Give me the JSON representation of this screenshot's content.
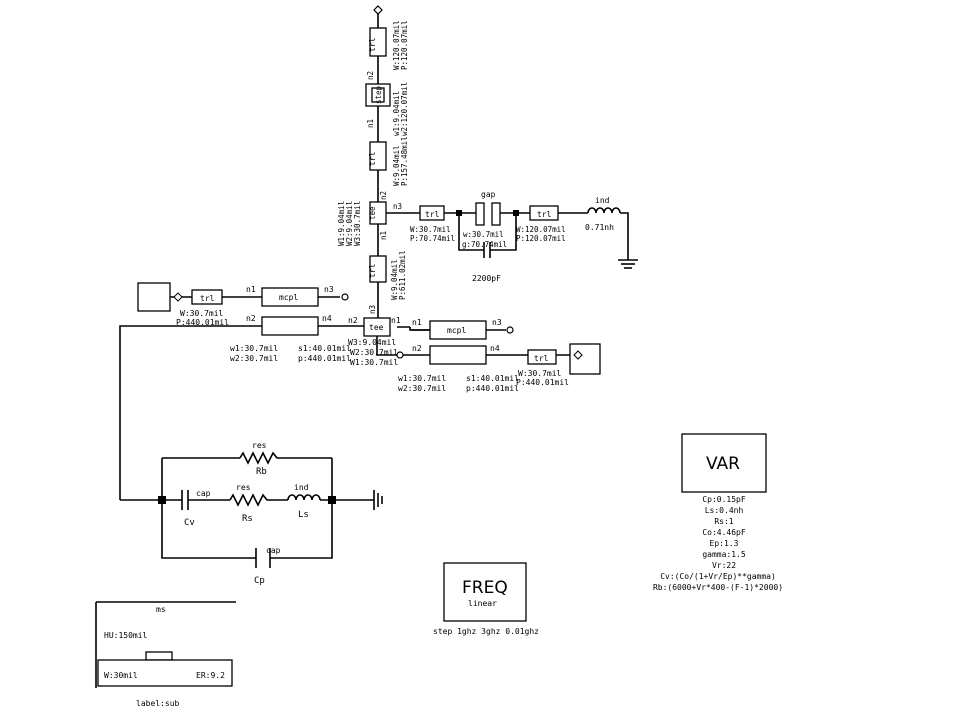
{
  "vertical_branch": {
    "trl_top": {
      "label": "trl",
      "w": "W:120.07mil",
      "p": "P:120.07mil"
    },
    "step": {
      "label": "step",
      "n1": "n1",
      "n2": "n2",
      "w1": "w1:9.04mil",
      "w2": "w2:120.07mil"
    },
    "trl_mid": {
      "label": "trl",
      "w": "W:9.04mil",
      "p": "P:157.48mil"
    },
    "tee_top": {
      "label": "tee",
      "w1": "W1:9.04mil",
      "w2": "W2:9.04mil",
      "w3": "W3:30.7mil",
      "n1": "n1",
      "n2": "n2",
      "n3": "n3"
    },
    "trl_low": {
      "label": "trl",
      "w": "W:9.04mil",
      "p": "P:611.02mil"
    }
  },
  "gap_branch": {
    "trl1": {
      "label": "trl",
      "w": "W:30.7mil",
      "p": "P:70.74mil"
    },
    "gap": {
      "label": "gap",
      "w": "w:30.7mil",
      "g": "g:70.74mil"
    },
    "cap": {
      "value": "2200pF"
    },
    "trl2": {
      "label": "trl",
      "w": "W:120.07mil",
      "p": "P:120.07mil"
    },
    "ind": {
      "label": "ind",
      "value": "0.71nh"
    }
  },
  "left_branch": {
    "trl": {
      "label": "trl",
      "w": "W:30.7mil",
      "p": "P:440.01mil"
    },
    "n1": "n1",
    "n2": "n2",
    "n3": "n3",
    "n4": "n4",
    "mcpl": {
      "label": "mcpl"
    },
    "w1": "w1:30.7mil",
    "w2": "w2:30.7mil",
    "s1": "s1:40.01mil",
    "p": "p:440.01mil"
  },
  "tee_center": {
    "label": "tee",
    "n1": "n1",
    "n2": "n2",
    "n3": "n3",
    "w3": "W3:9.04mil",
    "w2": "W2:30.7mil",
    "w1": "W1:30.7mil"
  },
  "right_branch": {
    "n1": "n1",
    "n2": "n2",
    "n3": "n3",
    "n4": "n4",
    "mcpl": {
      "label": "mcpl"
    },
    "w1": "w1:30.7mil",
    "w2": "w2:30.7mil",
    "s1": "s1:40.01mil",
    "p": "p:440.01mil",
    "trl": {
      "label": "trl",
      "w": "W:30.7mil",
      "p": "P:440.01mil"
    }
  },
  "rlc_network": {
    "res_top": {
      "label": "res",
      "name": "Rb"
    },
    "cap_cv": {
      "label": "cap",
      "name": "Cv"
    },
    "res_rs": {
      "label": "res",
      "name": "Rs"
    },
    "ind_ls": {
      "label": "ind",
      "name": "Ls"
    },
    "cap_cp": {
      "label": "cap",
      "name": "Cp"
    }
  },
  "var_block": {
    "title": "VAR",
    "lines": [
      "Cp:0.15pF",
      "Ls:0.4nh",
      "Rs:1",
      "Co:4.46pF",
      "Ep:1.3",
      "gamma:1.5",
      "Vr:22",
      "Cv:(Co/(1+Vr/Ep)**gamma)",
      "Rb:(6000+Vr*400-(F-1)*2000)"
    ]
  },
  "freq_block": {
    "title": "FREQ",
    "subtitle": "linear",
    "sweep": "step 1ghz 3ghz 0.01ghz"
  },
  "substrate": {
    "ms": "ms",
    "hu": "HU:150mil",
    "w": "W:30mil",
    "er": "ER:9.2",
    "label": "label:sub"
  }
}
